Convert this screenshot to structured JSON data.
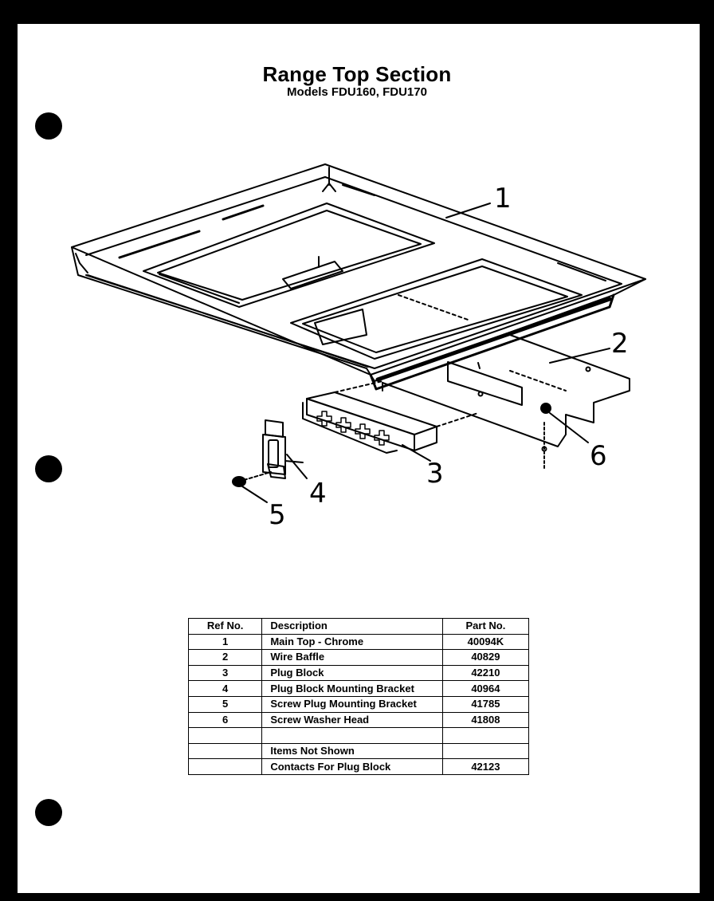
{
  "header": {
    "title": "Range Top Section",
    "subtitle": "Models FDU160, FDU170"
  },
  "callouts": [
    "1",
    "2",
    "3",
    "4",
    "5",
    "6"
  ],
  "table": {
    "columns": [
      "Ref No.",
      "Description",
      "Part No."
    ],
    "rows": [
      {
        "ref": "1",
        "desc": "Main Top - Chrome",
        "part": "40094K"
      },
      {
        "ref": "2",
        "desc": "Wire Baffle",
        "part": "40829"
      },
      {
        "ref": "3",
        "desc": "Plug Block",
        "part": "42210"
      },
      {
        "ref": "4",
        "desc": "Plug Block Mounting Bracket",
        "part": "40964"
      },
      {
        "ref": "5",
        "desc": "Screw Plug Mounting Bracket",
        "part": "41785"
      },
      {
        "ref": "6",
        "desc": "Screw Washer Head",
        "part": "41808"
      },
      {
        "ref": "",
        "desc": "",
        "part": ""
      },
      {
        "ref": "",
        "desc": "Items Not Shown",
        "part": ""
      },
      {
        "ref": "",
        "desc": "Contacts For Plug Block",
        "part": "42123"
      }
    ]
  }
}
